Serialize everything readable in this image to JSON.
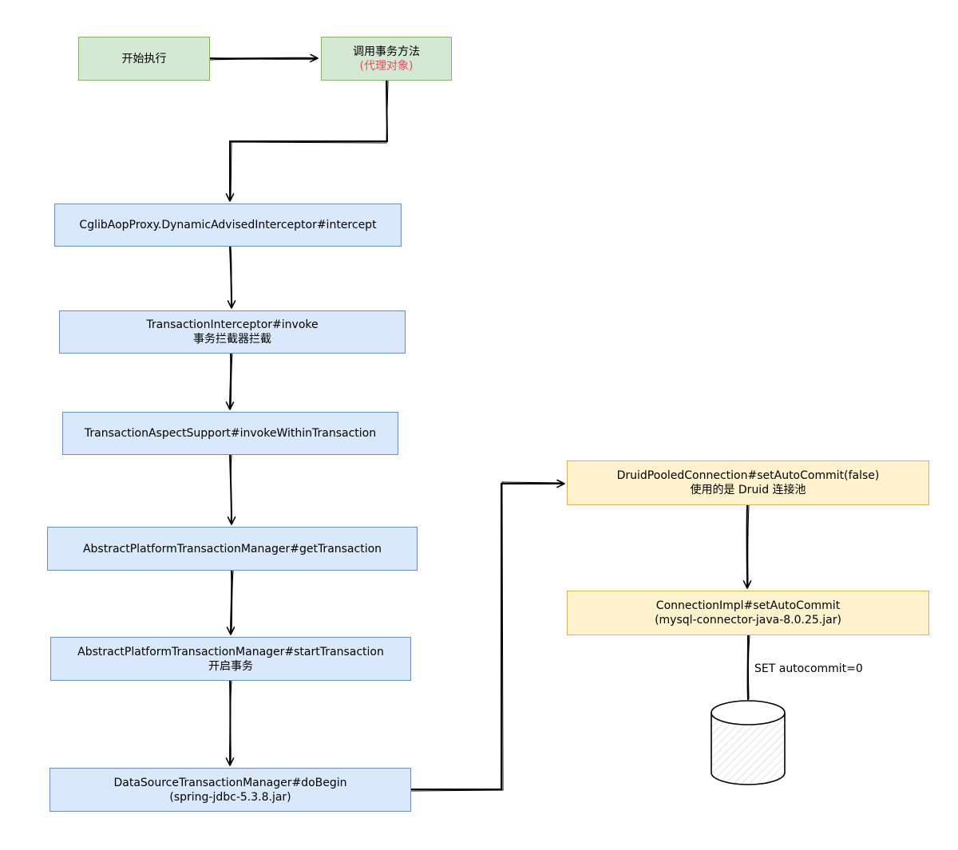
{
  "nodes": {
    "start": {
      "label": "开始执行"
    },
    "call_tx_method": {
      "line1": "调用事务方法",
      "line2": "(代理对象)"
    },
    "cglib_intercept": {
      "label": "CglibAopProxy.DynamicAdvisedInterceptor#intercept"
    },
    "tx_interceptor": {
      "line1": "TransactionInterceptor#invoke",
      "line2": "事务拦截器拦截"
    },
    "tx_aspect_support": {
      "label": "TransactionAspectSupport#invokeWithinTransaction"
    },
    "get_transaction": {
      "label": "AbstractPlatformTransactionManager#getTransaction"
    },
    "start_transaction": {
      "line1": "AbstractPlatformTransactionManager#startTransaction",
      "line2": "开启事务"
    },
    "do_begin": {
      "line1": "DataSourceTransactionManager#doBegin",
      "line2": "(spring-jdbc-5.3.8.jar)"
    },
    "druid_set_auto_commit": {
      "line1": "DruidPooledConnection#setAutoCommit(false)",
      "line2": "使用的是 Druid 连接池"
    },
    "connection_impl": {
      "line1": "ConnectionImpl#setAutoCommit",
      "line2": "(mysql-connector-java-8.0.25.jar)"
    }
  },
  "edges": {
    "sql_label": "SET autocommit=0"
  },
  "colors": {
    "green_fill": "#d5e8d4",
    "green_stroke": "#82b366",
    "blue_fill": "#dae8fc",
    "blue_stroke": "#6c8ebf",
    "yellow_fill": "#fff2cc",
    "yellow_stroke": "#d6b656",
    "proxy_note": "#e8505b"
  },
  "icons": {
    "database": "database-cylinder-icon"
  }
}
